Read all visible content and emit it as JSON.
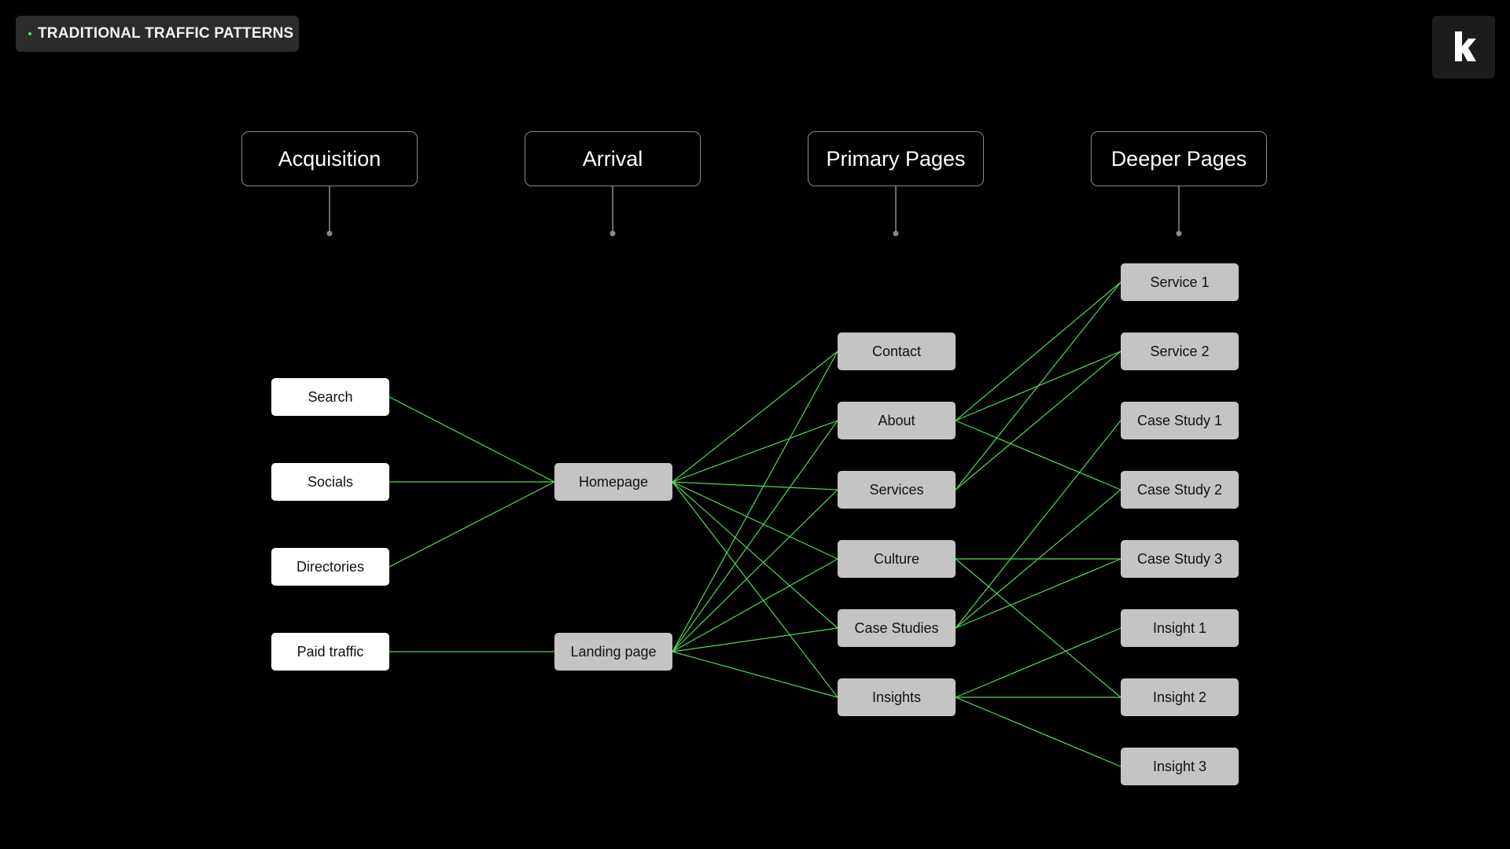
{
  "title_badge": {
    "label": "TRADITIONAL TRAFFIC PATTERNS",
    "dot_color": "#5ee06a"
  },
  "logo": {
    "icon": "k-logo-icon"
  },
  "colors": {
    "background": "#000000",
    "edge": "#4fd85a",
    "header_border": "#8a8a8a",
    "stem": "#8a8a8a",
    "node_white": "#ffffff",
    "node_gray": "#c4c4c4"
  },
  "columns": [
    {
      "id": "acquisition",
      "label": "Acquisition"
    },
    {
      "id": "arrival",
      "label": "Arrival"
    },
    {
      "id": "primary",
      "label": "Primary Pages"
    },
    {
      "id": "deeper",
      "label": "Deeper Pages"
    }
  ],
  "nodes": {
    "acquisition": [
      {
        "id": "search",
        "label": "Search"
      },
      {
        "id": "socials",
        "label": "Socials"
      },
      {
        "id": "directories",
        "label": "Directories"
      },
      {
        "id": "paid_traffic",
        "label": "Paid traffic"
      }
    ],
    "arrival": [
      {
        "id": "homepage",
        "label": "Homepage"
      },
      {
        "id": "landing_page",
        "label": "Landing page"
      }
    ],
    "primary": [
      {
        "id": "contact",
        "label": "Contact"
      },
      {
        "id": "about",
        "label": "About"
      },
      {
        "id": "services",
        "label": "Services"
      },
      {
        "id": "culture",
        "label": "Culture"
      },
      {
        "id": "case_studies",
        "label": "Case Studies"
      },
      {
        "id": "insights",
        "label": "Insights"
      }
    ],
    "deeper": [
      {
        "id": "service_1",
        "label": "Service 1"
      },
      {
        "id": "service_2",
        "label": "Service 2"
      },
      {
        "id": "case_study_1",
        "label": "Case Study 1"
      },
      {
        "id": "case_study_2",
        "label": "Case Study 2"
      },
      {
        "id": "case_study_3",
        "label": "Case Study 3"
      },
      {
        "id": "insight_1",
        "label": "Insight 1"
      },
      {
        "id": "insight_2",
        "label": "Insight 2"
      },
      {
        "id": "insight_3",
        "label": "Insight 3"
      }
    ]
  },
  "edges": [
    [
      "search",
      "homepage"
    ],
    [
      "socials",
      "homepage"
    ],
    [
      "directories",
      "homepage"
    ],
    [
      "paid_traffic",
      "landing_page"
    ],
    [
      "homepage",
      "contact"
    ],
    [
      "homepage",
      "about"
    ],
    [
      "homepage",
      "services"
    ],
    [
      "homepage",
      "culture"
    ],
    [
      "homepage",
      "case_studies"
    ],
    [
      "homepage",
      "insights"
    ],
    [
      "landing_page",
      "contact"
    ],
    [
      "landing_page",
      "about"
    ],
    [
      "landing_page",
      "services"
    ],
    [
      "landing_page",
      "culture"
    ],
    [
      "landing_page",
      "case_studies"
    ],
    [
      "landing_page",
      "insights"
    ],
    [
      "about",
      "service_1"
    ],
    [
      "about",
      "service_2"
    ],
    [
      "about",
      "case_study_2"
    ],
    [
      "services",
      "service_1"
    ],
    [
      "services",
      "service_2"
    ],
    [
      "culture",
      "case_study_3"
    ],
    [
      "culture",
      "insight_2"
    ],
    [
      "case_studies",
      "case_study_1"
    ],
    [
      "case_studies",
      "case_study_2"
    ],
    [
      "case_studies",
      "case_study_3"
    ],
    [
      "insights",
      "insight_1"
    ],
    [
      "insights",
      "insight_2"
    ],
    [
      "insights",
      "insight_3"
    ]
  ]
}
